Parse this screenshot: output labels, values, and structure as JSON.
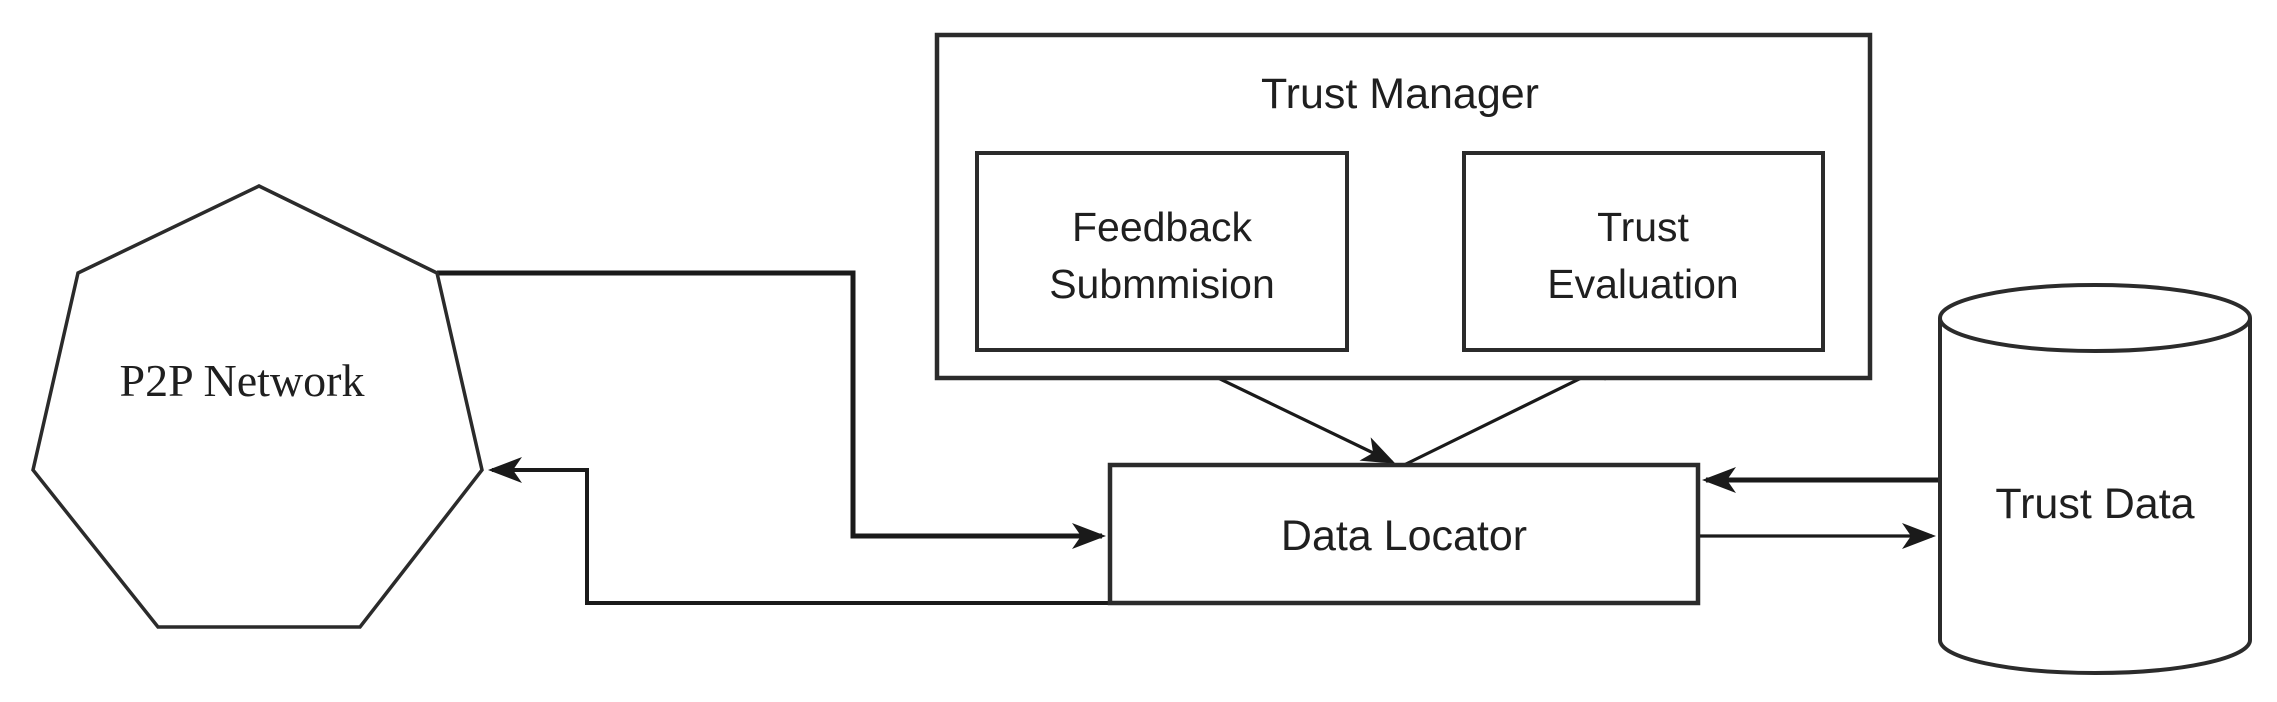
{
  "diagram": {
    "type": "architecture-flow-diagram",
    "colors": {
      "background": "#ffffff",
      "shape_stroke": "#2b2b2b",
      "edge_stroke": "#1a1a1a",
      "text": "#1f1f1f"
    },
    "nodes": {
      "p2p_network": {
        "label": "P2P Network",
        "shape": "heptagon"
      },
      "trust_manager": {
        "label": "Trust Manager",
        "shape": "group-rect"
      },
      "feedback_submission": {
        "label_line1": "Feedback",
        "label_line2": "Submmision",
        "shape": "rect",
        "parent": "Trust Manager"
      },
      "trust_evaluation": {
        "label_line1": "Trust",
        "label_line2": "Evaluation",
        "shape": "rect",
        "parent": "Trust Manager"
      },
      "data_locator": {
        "label": "Data Locator",
        "shape": "rect"
      },
      "trust_data": {
        "label": "Trust Data",
        "shape": "cylinder"
      }
    },
    "edges": [
      {
        "from": "P2P Network",
        "to": "Data Locator",
        "style": "elbow",
        "arrow": "end"
      },
      {
        "from": "Data Locator",
        "to": "P2P Network",
        "style": "elbow",
        "arrow": "end"
      },
      {
        "from": "Feedback Submmision",
        "to": "Data Locator",
        "style": "straight",
        "arrow": "end"
      },
      {
        "from": "Data Locator",
        "to": "Trust Evaluation",
        "style": "straight",
        "arrow": "end"
      },
      {
        "from": "Trust Data",
        "to": "Data Locator",
        "style": "straight",
        "arrow": "end"
      },
      {
        "from": "Data Locator",
        "to": "Trust Data",
        "style": "straight",
        "arrow": "end"
      }
    ]
  }
}
